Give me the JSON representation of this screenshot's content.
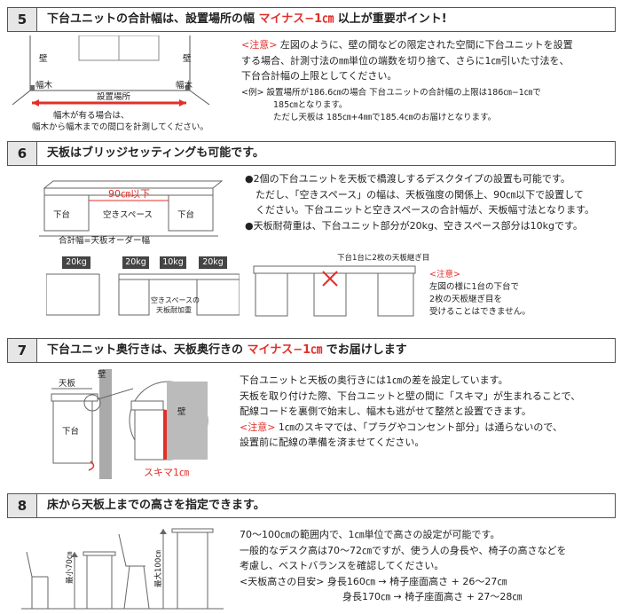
{
  "sec5": {
    "num": "5",
    "title_a": "下台ユニットの合計幅は、設置場所の幅 ",
    "title_red": "マイナス−1㎝",
    "title_b": " 以上が重要ポイント!",
    "fig_wall": "壁",
    "fig_habaki": "幅木",
    "fig_place": "設置場所",
    "fig_note1": "幅木が有る場合は、",
    "fig_note2": "幅木から幅木までの間口を計測してください。",
    "caution": "<注意>",
    "p1": " 左図のように、壁の間などの限定された空間に下台ユニットを設置",
    "p2": "する場合、計測寸法の㎜単位の端数を切り捨て、さらに1㎝引いた寸法を、",
    "p3": "下台合計幅の上限としてください。",
    "ex1": "<例> 設置場所が186.6㎝の場合 下台ユニットの合計幅の上限は186㎝−1㎝で",
    "ex2": "185㎝となります。",
    "ex3": "ただし天板は 185㎝+4㎜で185.4㎝のお届けとなります。"
  },
  "sec6": {
    "num": "6",
    "title": "天板はブリッジセッティングも可能です。",
    "fig_90": "90㎝以下",
    "fig_shita": "下台",
    "fig_space": "空きスペース",
    "fig_total": "合計幅=天板オーダー幅",
    "w20a": "20kg",
    "w20b": "20kg",
    "w10": "10kg",
    "w20c": "20kg",
    "load1": "空きスペースの",
    "load2": "天板耐加重",
    "joint": "下台1台に2枚の天板継ぎ目",
    "caution": "<注意>",
    "c1": "左図の様に1台の下台で",
    "c2": "2枚の天板継ぎ目を",
    "c3": "受けることはできません。",
    "p1": "●2個の下台ユニットを天板で橋渡しするデスクタイプの設置も可能です。",
    "p2": "ただし、「空きスペース」の幅は、天板強度の関係上、90㎝以下で設置して",
    "p3": "ください。下台ユニットと空きスペースの合計幅が、天板幅寸法となります。",
    "p4": "●天板耐荷重は、下台ユニット部分が20kg、空きスペース部分は10kgです。"
  },
  "sec7": {
    "num": "7",
    "title_a": "下台ユニット奥行きは、天板奥行きの ",
    "title_red": "マイナス−1㎝",
    "title_b": " でお届けします",
    "fig_tenban": "天板",
    "fig_wall": "壁",
    "fig_shita": "下台",
    "fig_wall2": "壁",
    "fig_sukima": "スキマ1㎝",
    "p1": "下台ユニットと天板の奥行きには1㎝の差を設定しています。",
    "p2": "天板を取り付けた際、下台ユニットと壁の間に「スキマ」が生まれることで、",
    "p3": "配線コードを裏側で始末し、幅木も逃がせて整然と設置できます。",
    "caution": "<注意>",
    "p4": " 1㎝のスキマでは、「プラグやコンセント部分」は通らないので、",
    "p5": "設置前に配線の準備を済ませてください。"
  },
  "sec8": {
    "num": "8",
    "title": "床から天板上までの高さを指定できます。",
    "fig_70": "最小70㎝",
    "fig_100": "最大100㎝",
    "p1": "70〜100㎝の範囲内で、1㎝単位で高さの設定が可能です。",
    "p2": "一般的なデスク高は70〜72㎝ですが、使う人の身長や、椅子の高さなどを",
    "p3": "考慮し、ベストバランスを確認してください。",
    "p4": "<天板高さの目安> 身長160㎝ → 椅子座面高さ + 26〜27㎝",
    "p5": "身長170㎝ → 椅子座面高さ + 27〜28㎝"
  }
}
